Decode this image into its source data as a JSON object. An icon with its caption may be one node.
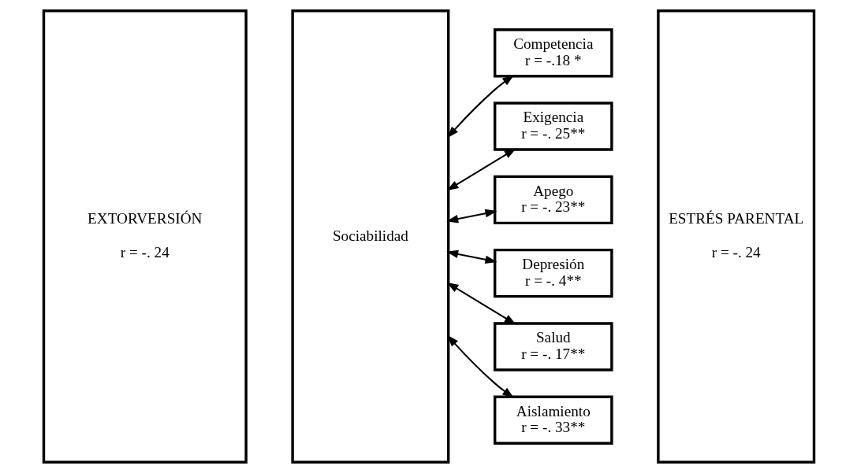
{
  "diagram": {
    "nodes": [
      {
        "text": [
          "EXTORVERSIÓN",
          "r = -. 24"
        ]
      },
      {
        "text": [
          "Sociabilidad"
        ]
      },
      {
        "text": [
          "Competencia",
          "r = -.18 *"
        ]
      },
      {
        "text": [
          "Exigencia",
          "r = -. 25**"
        ]
      },
      {
        "text": [
          "Apego",
          "r = -. 23**"
        ]
      },
      {
        "text": [
          "Depresión",
          "r = -. 4**"
        ]
      },
      {
        "text": [
          "Salud",
          "r = -. 17**"
        ]
      },
      {
        "text": [
          "Aislamiento",
          "r = -. 33**"
        ]
      },
      {
        "text": [
          "ESTRÉS PARENTAL",
          "r = -. 24"
        ]
      }
    ],
    "edges": [
      {
        "from": 1,
        "to": 2,
        "arrow": "both"
      },
      {
        "from": 1,
        "to": 3,
        "arrow": "both"
      },
      {
        "from": 1,
        "to": 4,
        "arrow": "both"
      },
      {
        "from": 1,
        "to": 5,
        "arrow": "both"
      },
      {
        "from": 1,
        "to": 6,
        "arrow": "both"
      },
      {
        "from": 1,
        "to": 7,
        "arrow": "both"
      }
    ]
  }
}
